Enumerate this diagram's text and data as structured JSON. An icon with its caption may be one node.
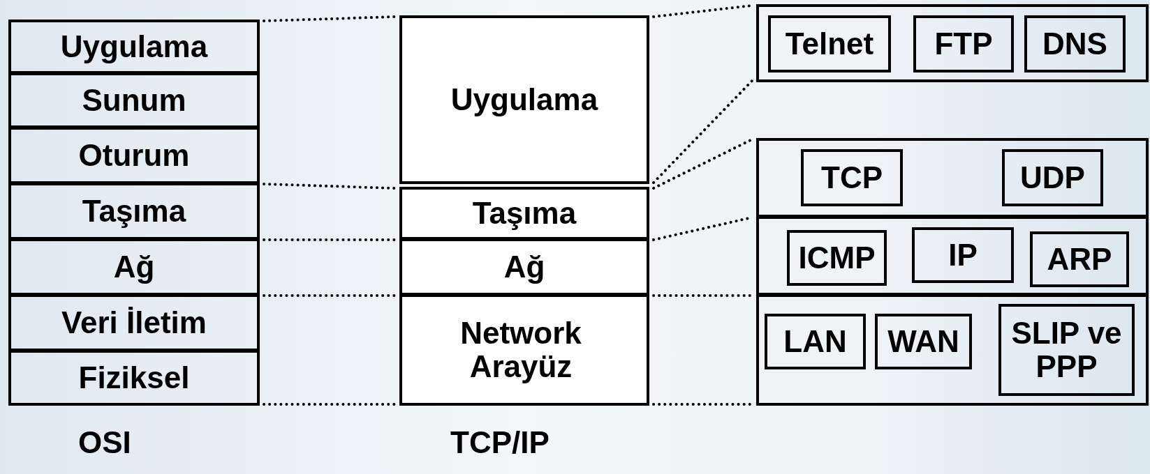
{
  "diagram": {
    "nodes": [
      {
        "text": [
          "Uygulama"
        ]
      },
      {
        "text": [
          "Sunum"
        ]
      },
      {
        "text": [
          "Oturum"
        ]
      },
      {
        "text": [
          "Taşıma"
        ]
      },
      {
        "text": [
          "Ağ"
        ]
      },
      {
        "text": [
          "Veri İletim"
        ]
      },
      {
        "text": [
          "Fiziksel"
        ]
      },
      {
        "text": [
          "Uygulama"
        ]
      },
      {
        "text": [
          "Taşıma"
        ]
      },
      {
        "text": [
          "Ağ"
        ]
      },
      {
        "text": [
          "Network Arayüz"
        ]
      },
      {
        "text": [],
        "shape": "box"
      },
      {
        "text": [
          "Telnet"
        ],
        "in": 11
      },
      {
        "text": [
          "FTP"
        ],
        "in": 11
      },
      {
        "text": [
          "DNS"
        ],
        "in": 11
      },
      {
        "text": [],
        "shape": "box"
      },
      {
        "text": [
          "TCP"
        ],
        "in": 15
      },
      {
        "text": [
          "UDP"
        ],
        "in": 15
      },
      {
        "text": [],
        "shape": "box"
      },
      {
        "text": [
          "ICMP"
        ],
        "in": 18
      },
      {
        "text": [
          "IP"
        ],
        "in": 18
      },
      {
        "text": [
          "ARP"
        ],
        "in": 18
      },
      {
        "text": [],
        "shape": "box"
      },
      {
        "text": [
          "LAN"
        ],
        "in": 22
      },
      {
        "text": [
          "WAN"
        ],
        "in": 22
      },
      {
        "text": [
          "SLIP ve PPP"
        ],
        "in": 22
      }
    ],
    "edges": [
      {
        "from": 0,
        "to": 7,
        "arrow": "none",
        "style": "dashed"
      },
      {
        "from": 3,
        "to": 8,
        "arrow": "none",
        "style": "dashed"
      },
      {
        "from": 4,
        "to": 9,
        "arrow": "none",
        "style": "dashed"
      },
      {
        "from": 5,
        "to": 10,
        "arrow": "none",
        "style": "dashed"
      },
      {
        "from": 6,
        "to": 10,
        "arrow": "none",
        "style": "dashed"
      },
      {
        "from": 7,
        "to": 11,
        "arrow": "none",
        "style": "dashed"
      },
      {
        "from": 7,
        "to": 11,
        "arrow": "none",
        "style": "dashed"
      },
      {
        "from": 8,
        "to": 15,
        "arrow": "none",
        "style": "dashed"
      },
      {
        "from": 9,
        "to": 18,
        "arrow": "none",
        "style": "dashed"
      },
      {
        "from": 10,
        "to": 22,
        "arrow": "none",
        "style": "dashed"
      },
      {
        "from": 10,
        "to": 22,
        "arrow": "none",
        "style": "dashed"
      }
    ],
    "labels": [
      "OSI",
      "TCP/IP"
    ]
  }
}
